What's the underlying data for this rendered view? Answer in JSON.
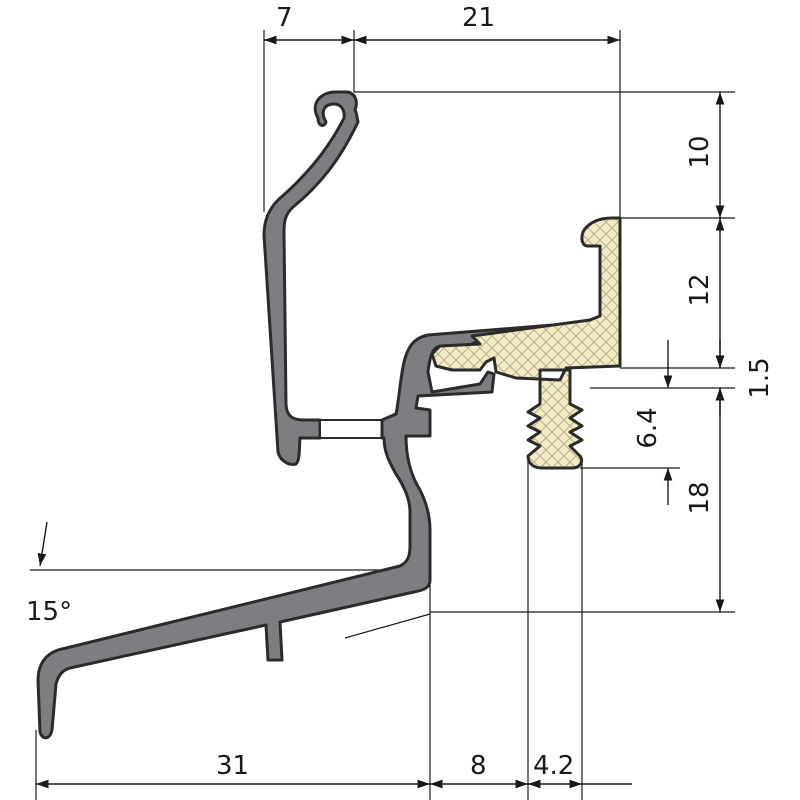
{
  "colors": {
    "profile_fill": "#7d7e81",
    "gasket_fill": "#f2ebc4",
    "gasket_hatch": "#b9b08c",
    "outline": "#2b2b2b",
    "dimension": "#1a1a1a"
  },
  "dimensions": {
    "top_left": "7",
    "top_right": "21",
    "right_top": "10",
    "right_mid": "12",
    "right_small": "1.5",
    "right_gasket": "6.4",
    "right_lower": "18",
    "bottom_left": "31",
    "bottom_mid": "8",
    "bottom_right": "4.2",
    "angle": "15°"
  }
}
